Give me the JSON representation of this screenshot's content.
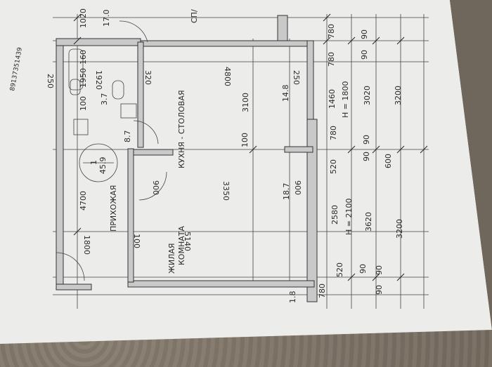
{
  "room_labels": {
    "kitchen": "КУХНЯ - СТОЛОВАЯ",
    "hallway": "ПРИХОЖАЯ",
    "living_1": "ЖИЛАЯ",
    "living_2": "КОМНАТА",
    "top_right": "СП/"
  },
  "room_area_marks": {
    "apt_number": "1",
    "apt_area": "45.9",
    "hall_area": "8.7",
    "bath_area": "3.7",
    "kitchen_area": "14.8",
    "living_area": "18.7",
    "top_area": "17.0",
    "bottom_area": "1.8"
  },
  "dimensions": {
    "d4800": "4800",
    "d3100": "3100",
    "d100a": "100",
    "d3350": "3350",
    "d5140": "5140",
    "d100b": "100",
    "d4700": "4700",
    "d1800": "1800",
    "d1920": "1920",
    "d1950": "1950",
    "d1020": "1020",
    "d160": "160",
    "d320": "320",
    "d250a": "250",
    "d250b": "250",
    "d100c": "100",
    "d900a": "900",
    "d900b": "900",
    "d780a": "780",
    "d780b": "780",
    "d780c": "780",
    "d780d": "780",
    "d90a": "90",
    "d90b": "90",
    "d90c": "90",
    "d90d": "90",
    "d90e": "90",
    "d90f": "90",
    "d90g": "90",
    "d1460": "1460",
    "h1800": "H = 1800",
    "d3020": "3020",
    "d3200a": "3200",
    "d520a": "520",
    "d600": "600",
    "d2580": "2580",
    "h2100": "H = 2100",
    "d3620": "3620",
    "d3200b": "3200",
    "d520b": "520"
  },
  "handwriting": "89137351439"
}
